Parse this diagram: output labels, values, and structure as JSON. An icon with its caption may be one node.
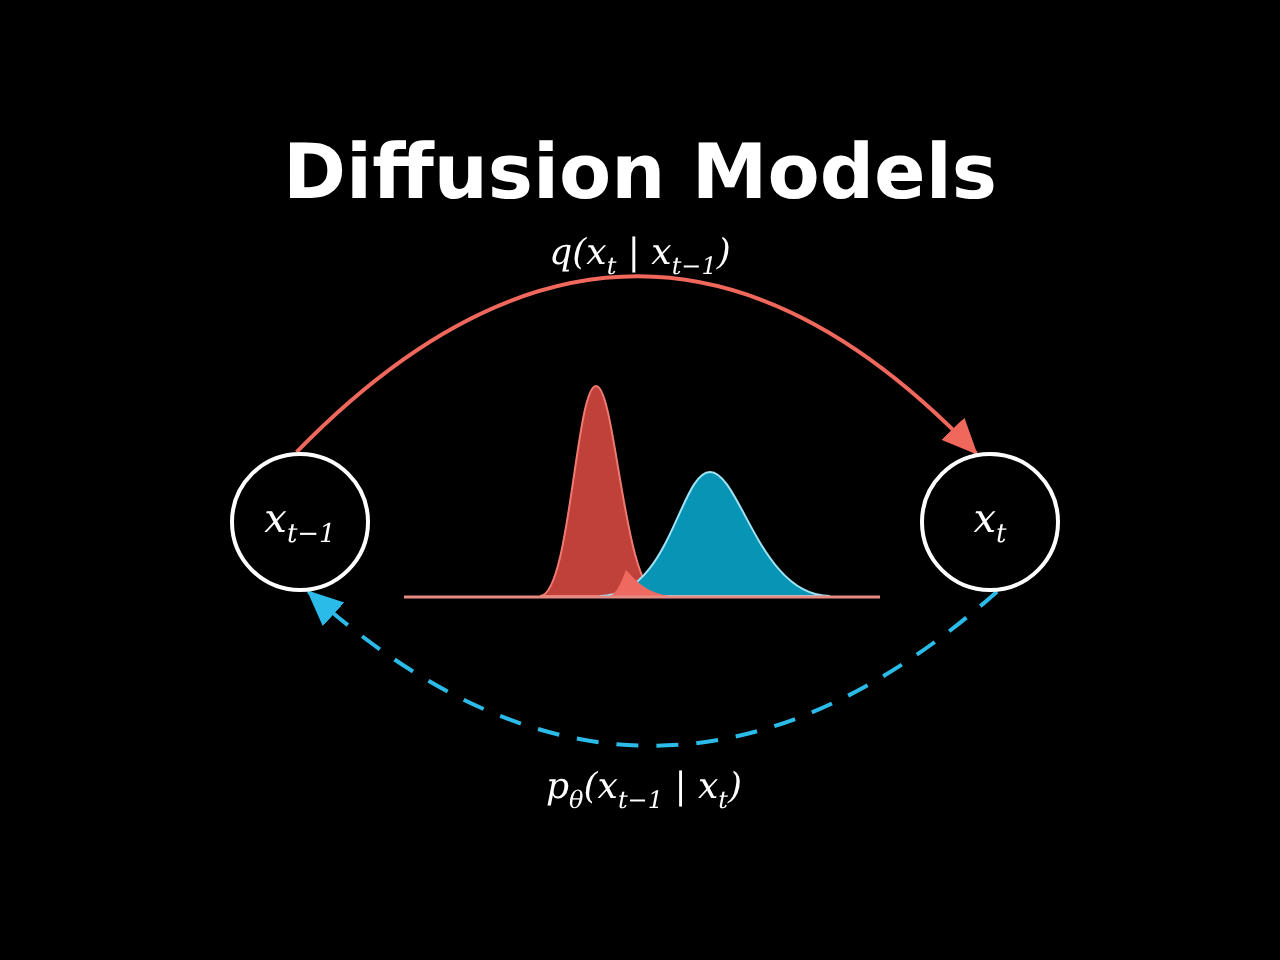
{
  "diagram": {
    "title": "Diffusion Models",
    "nodes": [
      {
        "text": [
          "x$_{t−1}$"
        ]
      },
      {
        "text": [
          "x$_{t}$"
        ]
      }
    ],
    "edges": [
      {
        "from": 0,
        "to": 1,
        "arrow": "to",
        "label": "q(x$_{t}$ | x$_{t−1}$)",
        "color": "#f0675b"
      },
      {
        "from": 1,
        "to": 0,
        "arrow": "to",
        "label": "p$_{θ}$(x$_{t−1}$ | x$_{t}$)",
        "style": "dashed",
        "color": "#2bbbe8"
      }
    ]
  }
}
